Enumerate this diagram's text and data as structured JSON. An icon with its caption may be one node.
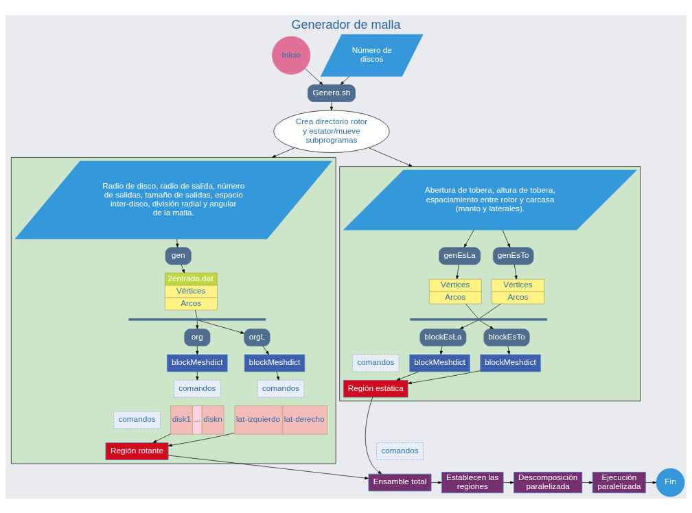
{
  "diagram": {
    "title": "Generador de malla",
    "nodes": [
      {
        "text": [
          "Inicio"
        ]
      },
      {
        "text": [
          "Genera.sh"
        ]
      },
      {
        "text": [
          "Número de discos"
        ]
      },
      {
        "text": [
          "Crea directorio rotor y estator/mueve subprogramas"
        ]
      },
      {
        "text": [],
        "shape": "box"
      },
      {
        "text": [
          "Radio de disco, radio de salida, número de salidas, tamaño de salidas, espacio inter-disco, división radial y angular de la malla."
        ],
        "in": 4
      },
      {
        "text": [
          "gen"
        ],
        "in": 4
      },
      {
        "text": [
          "2entrada.dat",
          "Vértices",
          "Arcos"
        ],
        "in": 4
      },
      {
        "text": [],
        "shape": "bar",
        "in": 4
      },
      {
        "text": [
          "org"
        ],
        "in": 4
      },
      {
        "text": [
          "orgL"
        ],
        "in": 4
      },
      {
        "text": [
          "blockMeshdict"
        ],
        "in": 4
      },
      {
        "text": [
          "blockMeshdict"
        ],
        "in": 4
      },
      {
        "text": [
          "comandos"
        ],
        "in": 4
      },
      {
        "text": [
          "comandos"
        ],
        "in": 4
      },
      {
        "text": [
          "disk1",
          "...",
          "diskn"
        ],
        "in": 4
      },
      {
        "text": [
          "lat-izquierdo",
          "lat-derecho"
        ],
        "in": 4
      },
      {
        "text": [
          "comandos"
        ],
        "in": 4
      },
      {
        "text": [
          "Región rotante"
        ],
        "in": 4
      },
      {
        "text": [],
        "shape": "box"
      },
      {
        "text": [
          "Abertura de tobera, altura de tobera, espaciamiento entre rotor y carcasa (manto y laterales)."
        ],
        "in": 19
      },
      {
        "text": [
          "genEsLa"
        ],
        "in": 19
      },
      {
        "text": [
          "genEsTo"
        ],
        "in": 19
      },
      {
        "text": [
          "Vértices",
          "Arcos"
        ],
        "in": 19
      },
      {
        "text": [
          "Vértices",
          "Arcos"
        ],
        "in": 19
      },
      {
        "text": [],
        "shape": "bar",
        "in": 19
      },
      {
        "text": [
          "blockEsLa"
        ],
        "in": 19
      },
      {
        "text": [
          "blockEsTo"
        ],
        "in": 19
      },
      {
        "text": [
          "blockMeshdict"
        ],
        "in": 19
      },
      {
        "text": [
          "blockMeshdict"
        ],
        "in": 19
      },
      {
        "text": [
          "comandos"
        ],
        "in": 19
      },
      {
        "text": [
          "Región estática"
        ],
        "in": 19
      },
      {
        "text": [
          "comandos"
        ]
      },
      {
        "text": [
          "Ensamble total"
        ]
      },
      {
        "text": [
          "Establecen las regiones"
        ]
      },
      {
        "text": [
          "Descomposición paralelizada"
        ]
      },
      {
        "text": [
          "Ejecución paralelizada"
        ]
      },
      {
        "text": [
          "Fin"
        ]
      }
    ],
    "edges": [
      {
        "from": 0,
        "to": 1,
        "arrow": "to"
      },
      {
        "from": 2,
        "to": 1,
        "arrow": "to"
      },
      {
        "from": 1,
        "to": 3,
        "arrow": "to"
      },
      {
        "from": 3,
        "to": 4,
        "arrow": "to"
      },
      {
        "from": 3,
        "to": 19,
        "arrow": "to"
      },
      {
        "from": 5,
        "to": 6,
        "arrow": "to"
      },
      {
        "from": 6,
        "to": 7,
        "arrow": "to"
      },
      {
        "from": 7,
        "to": 8,
        "arrow": "none"
      },
      {
        "from": 8,
        "to": 9,
        "arrow": "to"
      },
      {
        "from": 8,
        "to": 10,
        "arrow": "to"
      },
      {
        "from": 9,
        "to": 11,
        "arrow": "to"
      },
      {
        "from": 10,
        "to": 12,
        "arrow": "to"
      },
      {
        "from": 11,
        "to": 13,
        "arrow": "to"
      },
      {
        "from": 12,
        "to": 14,
        "arrow": "to"
      },
      {
        "from": 15,
        "to": 18,
        "arrow": "to"
      },
      {
        "from": 16,
        "to": 18,
        "arrow": "to"
      },
      {
        "from": 20,
        "to": 21,
        "arrow": "to"
      },
      {
        "from": 20,
        "to": 22,
        "arrow": "to"
      },
      {
        "from": 21,
        "to": 23,
        "arrow": "to"
      },
      {
        "from": 22,
        "to": 24,
        "arrow": "to"
      },
      {
        "from": 23,
        "to": 25,
        "arrow": "none"
      },
      {
        "from": 24,
        "to": 25,
        "arrow": "none"
      },
      {
        "from": 25,
        "to": 26,
        "arrow": "to"
      },
      {
        "from": 25,
        "to": 27,
        "arrow": "to"
      },
      {
        "from": 26,
        "to": 28,
        "arrow": "to"
      },
      {
        "from": 27,
        "to": 29,
        "arrow": "to"
      },
      {
        "from": 28,
        "to": 31,
        "arrow": "to"
      },
      {
        "from": 29,
        "to": 31,
        "arrow": "to"
      },
      {
        "from": 18,
        "to": 33,
        "arrow": "to"
      },
      {
        "from": 31,
        "to": 33,
        "arrow": "to"
      },
      {
        "from": 33,
        "to": 34,
        "arrow": "to"
      },
      {
        "from": 34,
        "to": 35,
        "arrow": "to"
      },
      {
        "from": 35,
        "to": 36,
        "arrow": "to"
      },
      {
        "from": 36,
        "to": 37,
        "arrow": "to"
      }
    ]
  }
}
